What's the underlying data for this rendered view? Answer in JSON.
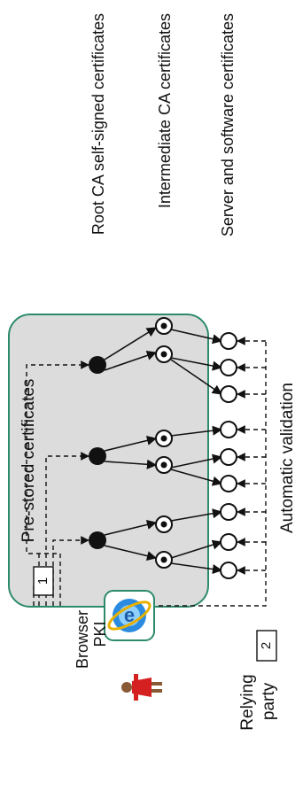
{
  "diagram": {
    "title_group": "Pre-stored certificates",
    "browser_label_1": "Browser",
    "browser_label_2": "PKI",
    "relying_party_1": "Relying",
    "relying_party_2": "party",
    "layer_root": "Root CA self-signed certificates",
    "layer_intermediate": "Intermediate CA certificates",
    "layer_server": "Server and software certificates",
    "validation": "Automatic validation",
    "step_1": "1",
    "step_2": "2"
  },
  "colors": {
    "panel_fill": "#dcdcdc",
    "panel_border": "#2e8b6a",
    "person": "#d42020",
    "browser_icon": "#1f78c8"
  },
  "icons": [
    "browser-globe-icon",
    "person-icon"
  ]
}
